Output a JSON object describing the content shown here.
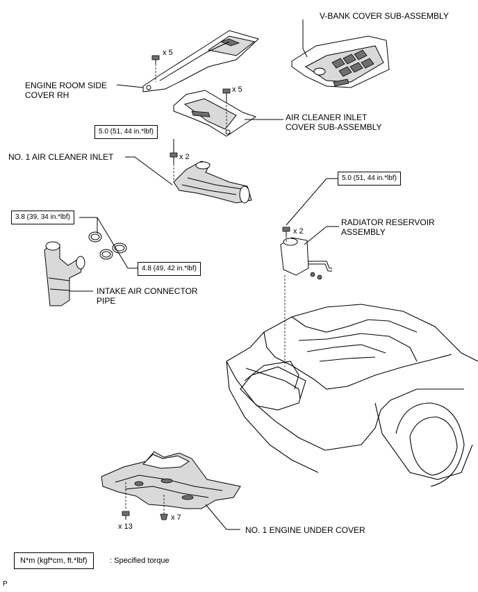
{
  "labels": {
    "v_bank_cover": "V-BANK COVER SUB-ASSEMBLY",
    "engine_room_side_cover_l1": "ENGINE ROOM SIDE",
    "engine_room_side_cover_l2": "COVER RH",
    "air_cleaner_inlet_cover_l1": "AIR CLEANER INLET",
    "air_cleaner_inlet_cover_l2": "COVER SUB-ASSEMBLY",
    "no1_air_cleaner_inlet": "NO. 1 AIR CLEANER INLET",
    "radiator_reservoir_l1": "RADIATOR RESERVOIR",
    "radiator_reservoir_l2": "ASSEMBLY",
    "intake_air_connector_l1": "INTAKE AIR CONNECTOR",
    "intake_air_connector_l2": "PIPE",
    "no1_engine_under_cover": "NO. 1 ENGINE UNDER COVER"
  },
  "quantities": {
    "side_cover_bolts": "x 5",
    "inlet_cover_bolts": "x 5",
    "air_cleaner_inlet_bolts": "x 2",
    "reservoir_bolts": "x 2",
    "under_cover_bolts": "x 13",
    "under_cover_clips": "x 7"
  },
  "torques": {
    "air_cleaner_inlet": "5.0 (51, 44 in.*lbf)",
    "radiator_reservoir": "5.0 (51, 44 in.*lbf)",
    "connector_clamp_upper": "3.8 (39, 34 in.*lbf)",
    "connector_clamp_lower": "4.8 (49, 42 in.*lbf)"
  },
  "legend": {
    "box_text": "N*m (kgf*cm, ft.*lbf)",
    "description": ": Specified torque"
  },
  "figure_code": "P"
}
